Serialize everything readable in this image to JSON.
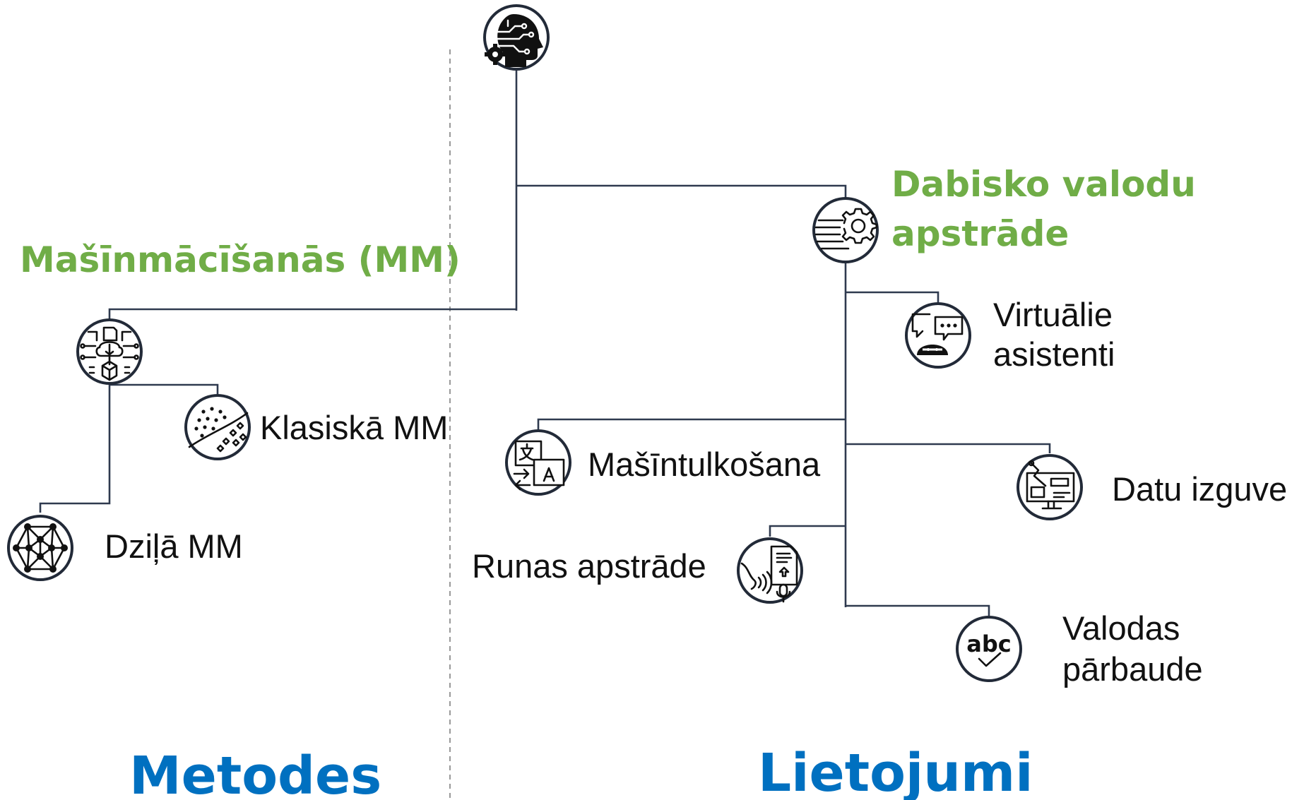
{
  "headings": {
    "methods": "Metodes",
    "applications": "Lietojumi"
  },
  "nodes": {
    "ml": "Mašīnmācīšanās (MM)",
    "nlp_line1": "Dabisko valodu",
    "nlp_line2": "apstrāde",
    "classic_ml": "Klasiskā MM",
    "deep_ml": "Dziļā MM",
    "virtual_line1": "Virtuālie",
    "virtual_line2": "asistenti",
    "mt": "Mašīntulkošana",
    "data_extraction": "Datu izguve",
    "speech": "Runas apstrāde",
    "check_line1": "Valodas",
    "check_line2": "pārbaude"
  },
  "icons": {
    "root": "ai-head-gear-icon",
    "ml": "machine-learning-network-icon",
    "classic_ml": "scatter-classification-icon",
    "deep_ml": "neural-network-icon",
    "nlp": "text-gear-icon",
    "virtual": "chat-assistant-icon",
    "mt": "translation-icon",
    "data_extraction": "computer-data-icon",
    "speech": "speech-document-icon",
    "check": "spellcheck-abc-icon"
  },
  "colors": {
    "green": "#70ad47",
    "blue": "#0070c0",
    "line": "#2f3a4f",
    "divider": "#999999"
  }
}
